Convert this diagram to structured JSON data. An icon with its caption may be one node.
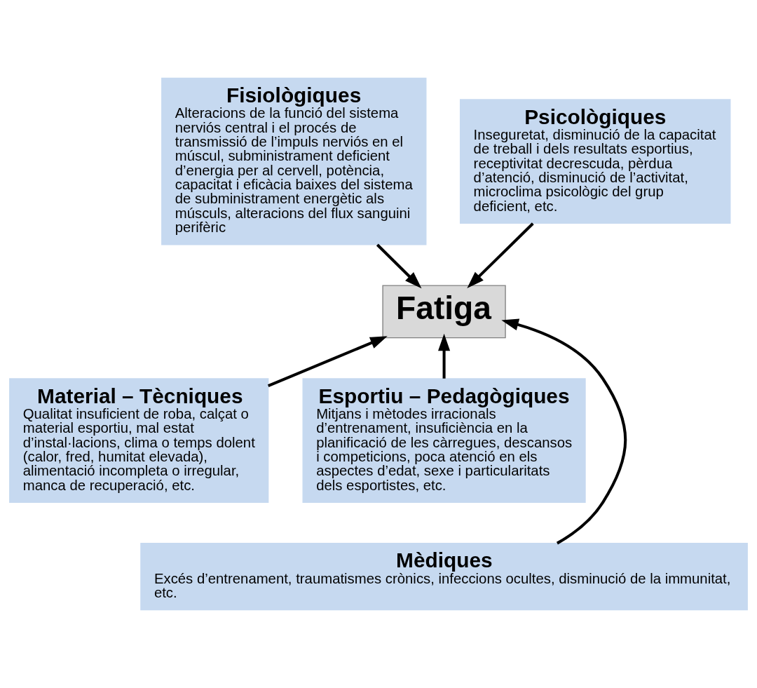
{
  "diagram": {
    "nodes": [
      {
        "text": [
          "Fisiològiques",
          "Alteracions de la funció del sistema nerviós central i el procés de transmissió de l’impuls nerviós en el múscul, subministrament deficient d’energia per al cervell, potència, capacitat i eficàcia baixes del sistema de subministrament energètic als músculs, alteracions del flux sanguini perifèric"
        ]
      },
      {
        "text": [
          "Psicològiques",
          "Inseguretat, disminució de la capacitat de treball i dels resultats esportius, receptivitat decrescuda, pèrdua d’atenció, disminució de l’activitat, microclima psicològic del grup deficient, etc."
        ]
      },
      {
        "text": [
          "Fatiga"
        ]
      },
      {
        "text": [
          "Material – Tècniques",
          "Qualitat insuficient de roba, calçat o material esportiu, mal estat d’instal·lacions, clima o temps dolent (calor, fred, humitat elevada), alimentació incompleta o irregular, manca de recuperació, etc."
        ]
      },
      {
        "text": [
          "Esportiu – Pedagògiques",
          "Mitjans i mètodes irracionals d’entrenament, insuficiència en la planificació de les càrregues, descansos i competicions, poca atenció en els aspectes d’edat, sexe i particularitats dels esportistes, etc."
        ]
      },
      {
        "text": [
          "Mèdiques",
          "Excés d’entrenament, traumatismes crònics, infeccions ocultes, disminució de la immunitat, etc."
        ]
      }
    ],
    "edges": [
      {
        "from": 0,
        "to": 2,
        "arrow": "to"
      },
      {
        "from": 1,
        "to": 2,
        "arrow": "to"
      },
      {
        "from": 3,
        "to": 2,
        "arrow": "to"
      },
      {
        "from": 4,
        "to": 2,
        "arrow": "to"
      },
      {
        "from": 5,
        "to": 2,
        "arrow": "to"
      }
    ]
  }
}
